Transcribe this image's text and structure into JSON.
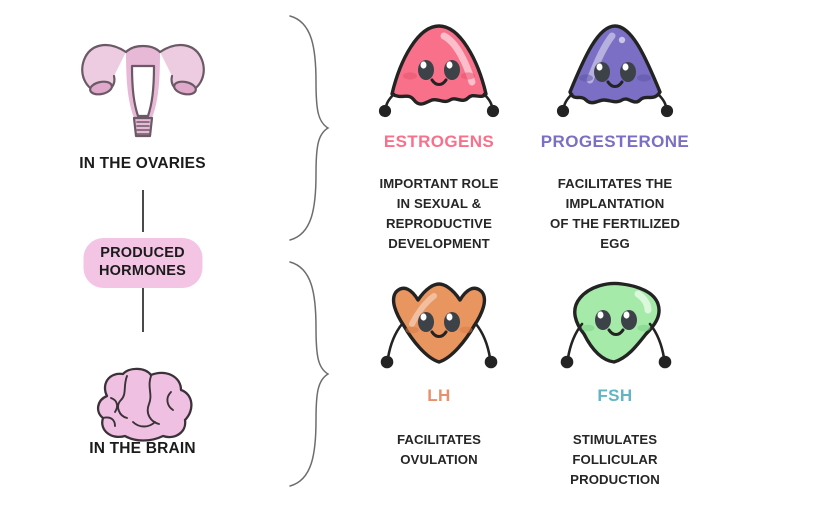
{
  "colors": {
    "background": "#ffffff",
    "badge_fill": "#f3c4e4",
    "text_dark": "#1b1b1b",
    "stem": "#4a4a4a",
    "brace": "#6d6d6d",
    "estrogens": "#f9708a",
    "progesterone": "#7a6fc4",
    "lh": "#e8906a",
    "fsh": "#62b5c4",
    "uterus_fill": "#e7b9d6",
    "brain_fill": "#efc0e2",
    "blob_pink": "#f9708a",
    "blob_purple": "#7a6fc4",
    "blob_orange": "#e8955f",
    "blob_green": "#a5eaa8",
    "outline": "#232323"
  },
  "left": {
    "uterus_icon": "uterus-illustration",
    "ovaries_caption": "IN THE OVARIES",
    "badge_label": "PRODUCED\nHORMONES",
    "brain_icon": "brain-illustration",
    "brain_caption": "IN THE BRAIN"
  },
  "braces": [
    {
      "name": "brace-top"
    },
    {
      "name": "brace-bottom"
    }
  ],
  "hormones": [
    {
      "id": "estrogens",
      "name": "ESTROGENS",
      "color": "#f9708a",
      "description": "IMPORTANT ROLE\nIN SEXUAL &\nREPRODUCTIVE\nDEVELOPMENT",
      "character": "pink-blob-character"
    },
    {
      "id": "progesterone",
      "name": "PROGESTERONE",
      "color": "#7a6fc4",
      "description": "FACILITATES THE\nIMPLANTATION\nOF THE FERTILIZED\nEGG",
      "character": "purple-blob-character"
    },
    {
      "id": "lh",
      "name": "LH",
      "color": "#e8906a",
      "description": "FACILITATES\nOVULATION",
      "character": "orange-blob-character"
    },
    {
      "id": "fsh",
      "name": "FSH",
      "color": "#62b5c4",
      "description": "STIMULATES\nFOLLICULAR\nPRODUCTION",
      "character": "green-blob-character"
    }
  ]
}
